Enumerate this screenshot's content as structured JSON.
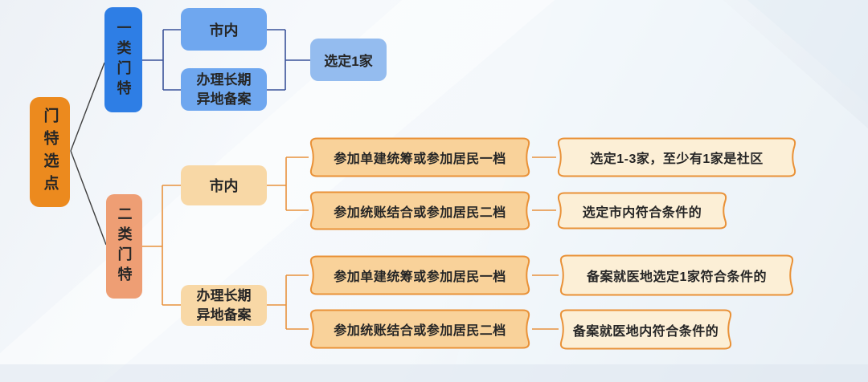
{
  "root": {
    "label": "门特选点"
  },
  "branches": [
    {
      "category": "一类门特",
      "children": [
        {
          "label": "市内"
        },
        {
          "label": "办理长期\n异地备案"
        }
      ],
      "result": "选定1家"
    },
    {
      "category": "二类门特",
      "children": [
        {
          "label": "市内",
          "options": [
            {
              "condition": "参加单建统筹或参加居民一档",
              "result": "选定1-3家，至少有1家是社区"
            },
            {
              "condition": "参加统账结合或参加居民二档",
              "result": "选定市内符合条件的"
            }
          ]
        },
        {
          "label": "办理长期\n异地备案",
          "options": [
            {
              "condition": "参加单建统筹或参加居民一档",
              "result": "备案就医地选定1家符合条件的"
            },
            {
              "condition": "参加统账结合或参加居民二档",
              "result": "备案就医地内符合条件的"
            }
          ]
        }
      ]
    }
  ],
  "colors": {
    "root_fill": "#EC8A1E",
    "category1_fill": "#2E7EE5",
    "category2_fill": "#EE9E74",
    "blue_child_fill": "#6FA7EF",
    "blue_result_fill": "#94BCEF",
    "orange_child_fill": "#F8D8A6",
    "condition_fill": "#F9D29A",
    "result_fill": "#FCEFD6",
    "plaque_border": "#E99137",
    "blue_line": "#3A5299",
    "orange_line": "#E8913C",
    "root_line": "#3F3F3F",
    "text": "#262626"
  }
}
